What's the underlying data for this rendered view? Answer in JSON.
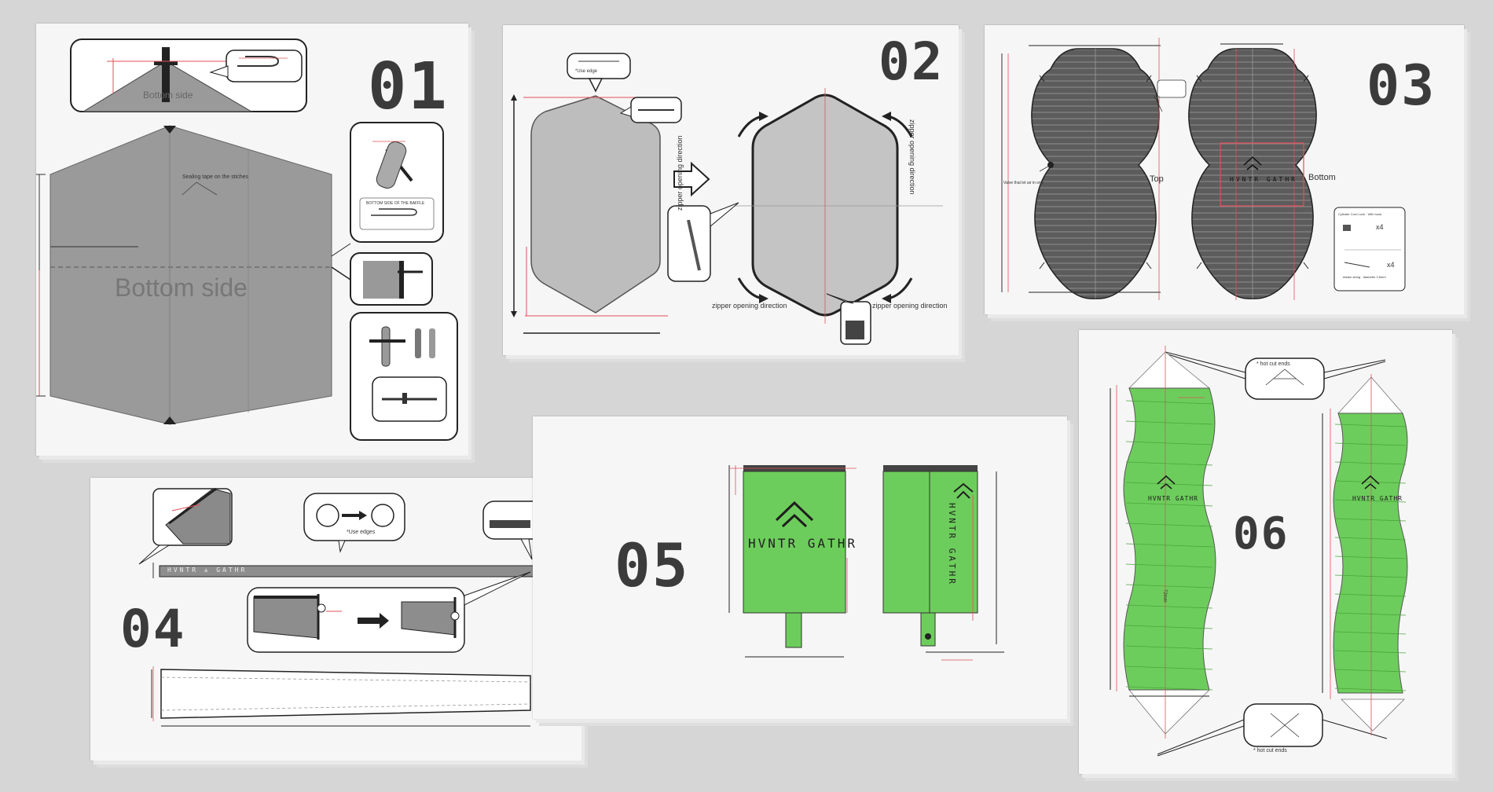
{
  "sheets": {
    "s01": {
      "number": "01",
      "bottom_side_label": "Bottom side",
      "inset_label": "Bottom side",
      "note_sealing": "Sealing tape on the stiches",
      "note_small": "BOTTOM SIDE OF THE BAFFLE"
    },
    "s02": {
      "number": "02",
      "label_use_edge": "*Use edge",
      "zipper_left": "zipper opening direction",
      "zipper_right": "zipper opening direction",
      "zipper_bottom_left": "zipper opening direction",
      "zipper_bottom_right": "zipper opening direction"
    },
    "s03": {
      "number": "03",
      "label_top": "Top",
      "label_bottom": "Bottom",
      "label_valve": "Valve that let air in only",
      "brand": "HVNTR GATHR",
      "qty_a": "x4",
      "qty_b": "x4",
      "legend_title": "Cylinder Cord Lock · With hook",
      "legend_note": "elastic string · diameter 2,5mm"
    },
    "s04": {
      "number": "04",
      "label_use_edges": "*Use edges",
      "brand": "HVNTR ⩓ GATHR"
    },
    "s05": {
      "number": "05",
      "brand": "HVNTR GATHR",
      "brand_vertical": "HVNTR GATHR"
    },
    "s06": {
      "number": "06",
      "note_hot_cut_top": "* hot cut ends",
      "note_hot_cut_bottom": "* hot cut ends",
      "brand_left": "HVNTR GATHR",
      "brand_right": "HVNTR GATHR",
      "dim_label": "72mm"
    }
  },
  "colors": {
    "background": "#d6d6d6",
    "sheet": "#f6f6f6",
    "grey_fabric": "#999999",
    "dark_fabric": "#5c5c5c",
    "green_fabric": "#6dcd5c",
    "dimension_red": "#e0505a",
    "number_text": "#3b3b3b"
  }
}
